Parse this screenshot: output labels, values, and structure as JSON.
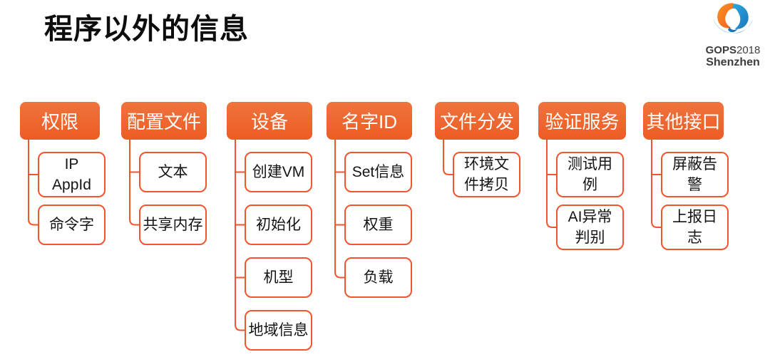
{
  "slide": {
    "title": "程序以外的信息"
  },
  "logo": {
    "gops": "GOPS",
    "year": "2018",
    "city": "Shenzhen"
  },
  "diagram": {
    "columns": [
      {
        "header": "权限",
        "children": [
          {
            "lines": [
              "IP",
              "AppId"
            ]
          },
          {
            "lines": [
              "命令字"
            ]
          }
        ]
      },
      {
        "header": "配置文件",
        "children": [
          {
            "lines": [
              "文本"
            ]
          },
          {
            "lines": [
              "共享内存"
            ]
          }
        ]
      },
      {
        "header": "设备",
        "children": [
          {
            "lines": [
              "创建VM"
            ]
          },
          {
            "lines": [
              "初始化"
            ]
          },
          {
            "lines": [
              "机型"
            ]
          },
          {
            "lines": [
              "地域信息"
            ]
          }
        ]
      },
      {
        "header": "名字ID",
        "children": [
          {
            "lines": [
              "Set信息"
            ]
          },
          {
            "lines": [
              "权重"
            ]
          },
          {
            "lines": [
              "负载"
            ]
          }
        ]
      },
      {
        "header": "文件分发",
        "children": [
          {
            "lines": [
              "环境文",
              "件拷贝"
            ]
          }
        ]
      },
      {
        "header": "验证服务",
        "children": [
          {
            "lines": [
              "测试用",
              "例"
            ]
          },
          {
            "lines": [
              "AI异常",
              "判别"
            ]
          }
        ]
      },
      {
        "header": "其他接口",
        "children": [
          {
            "lines": [
              "屏蔽告",
              "警"
            ]
          },
          {
            "lines": [
              "上报日",
              "志"
            ]
          }
        ]
      }
    ]
  },
  "colors": {
    "header_top": "#F0733C",
    "header_bottom": "#EC5C24",
    "connector": "#F2542D",
    "child_border": "#F2542D",
    "title": "#0D0D0D",
    "logo_orange": "#F15A24",
    "logo_orange_light": "#F7941E",
    "logo_blue": "#1B75BB",
    "logo_blue_light": "#29ABE2",
    "logo_text": "#3D3D3D"
  }
}
